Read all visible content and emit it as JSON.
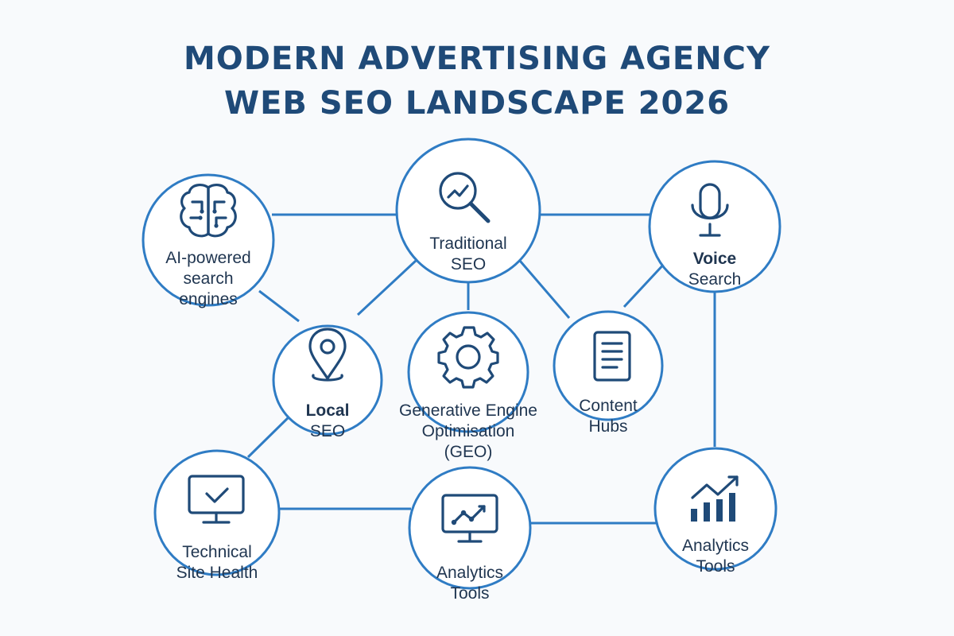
{
  "title": {
    "line1": "MODERN ADVERTISING AGENCY",
    "line2": "WEB SEO LANDSCAPE 2026"
  },
  "colors": {
    "title": "#1f4a78",
    "circle_stroke": "#2f7cc4",
    "icon": "#1f4a78",
    "text": "#1f3550",
    "background": "#f8fafc"
  },
  "nodes": {
    "ai": {
      "icon": "brain-icon",
      "lines": [
        "AI-powered",
        "search",
        "engines"
      ]
    },
    "traditional": {
      "icon": "magnifier-trend-icon",
      "lines": [
        "Traditional",
        "SEO"
      ]
    },
    "voice": {
      "icon": "microphone-icon",
      "lines": [
        "Voice",
        "Search"
      ]
    },
    "local": {
      "icon": "location-pin-icon",
      "lines": [
        "Local",
        "SEO"
      ]
    },
    "geo": {
      "icon": "gear-icon",
      "lines": [
        "Generative Engine",
        "Optimisation",
        "(GEO)"
      ]
    },
    "content": {
      "icon": "document-icon",
      "lines": [
        "Content",
        "Hubs"
      ]
    },
    "technical": {
      "icon": "monitor-check-icon",
      "lines": [
        "Technical",
        "Site Health"
      ]
    },
    "analytics_center": {
      "icon": "monitor-chart-icon",
      "lines": [
        "Analytics",
        "Tools"
      ]
    },
    "analytics_right": {
      "icon": "bar-chart-trend-icon",
      "lines": [
        "Analytics",
        "Tools"
      ]
    }
  }
}
